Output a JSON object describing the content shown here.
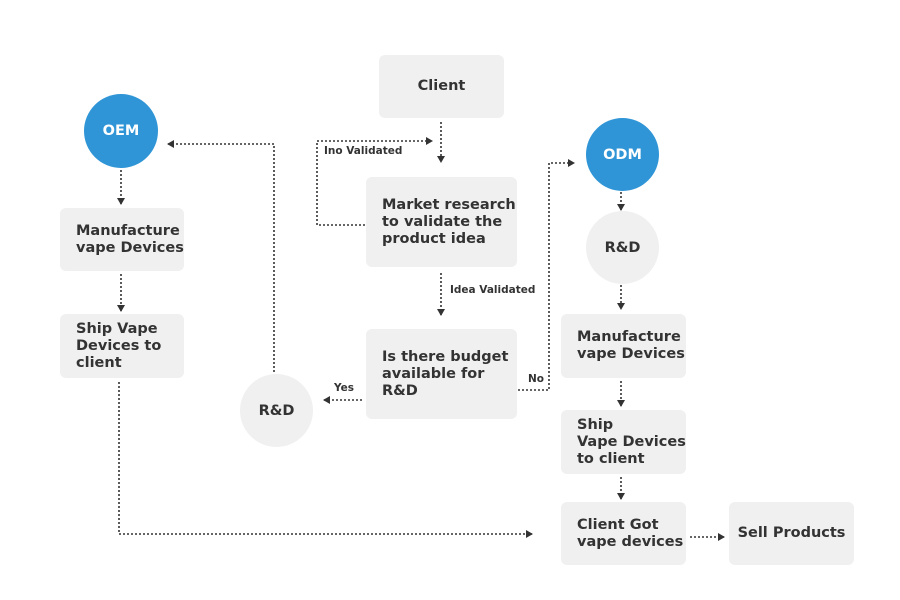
{
  "nodes": {
    "client": "Client",
    "market_research": "Market research\nto validate the\nproduct idea",
    "budget": "Is there budget\navailable for R&D",
    "rd_mid": "R&D",
    "oem": "OEM",
    "oem_manufacture": "Manufacture\nvape Devices",
    "oem_ship": "Ship Vape\nDevices to\nclient",
    "odm": "ODM",
    "odm_rd": "R&D",
    "odm_manufacture": "Manufacture\nvape Devices",
    "odm_ship": "Ship\nVape Devices\nto client",
    "client_got": "Client Got\nvape devices",
    "sell": "Sell Products"
  },
  "edge_labels": {
    "no_validated": "Ino Validated",
    "idea_validated": "Idea Validated",
    "yes": "Yes",
    "no": "No"
  },
  "colors": {
    "accent": "#2f95d6",
    "box": "#f0f0f0",
    "text": "#333333",
    "connector": "#333333"
  }
}
